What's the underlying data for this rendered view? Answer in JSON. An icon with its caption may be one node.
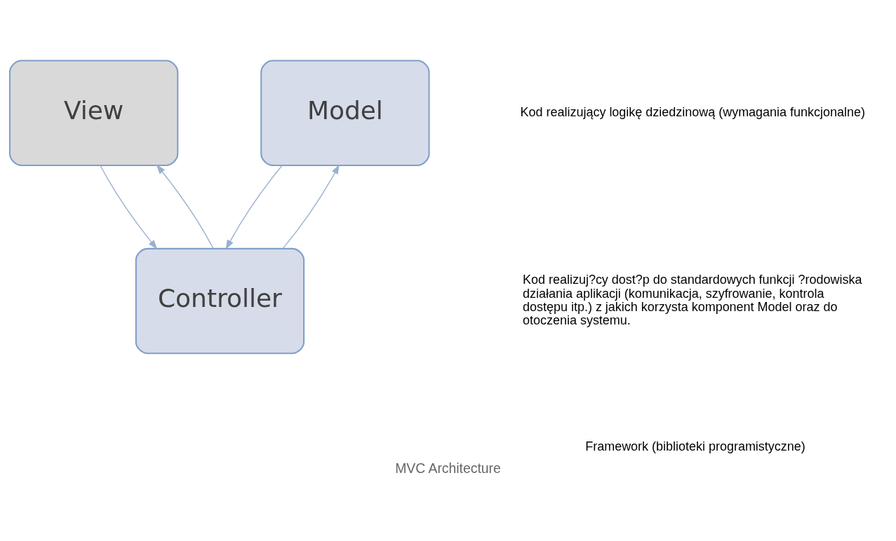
{
  "diagram": {
    "caption": "MVC Architecture",
    "nodes": [
      {
        "text": [
          "View"
        ]
      },
      {
        "text": [
          "Model"
        ]
      },
      {
        "text": [
          "Controller"
        ]
      }
    ],
    "edges": [
      {
        "from": 0,
        "to": 2,
        "arrow": "to"
      },
      {
        "from": 2,
        "to": 0,
        "arrow": "to"
      },
      {
        "from": 1,
        "to": 2,
        "arrow": "to"
      },
      {
        "from": 2,
        "to": 1,
        "arrow": "to"
      }
    ],
    "labels": [
      "Kod realizujący logikę dziedzinową (wymagania funkcjonalne)",
      "Kod realizuj?cy dost?p do standardowych funkcji ?rodowiska działania aplikacji (komunikacja, szyfrowanie, kontrola dostępu itp.) z jakich korzysta komponent Model oraz do otoczenia systemu.",
      "Framework (biblioteki programistyczne)"
    ]
  }
}
